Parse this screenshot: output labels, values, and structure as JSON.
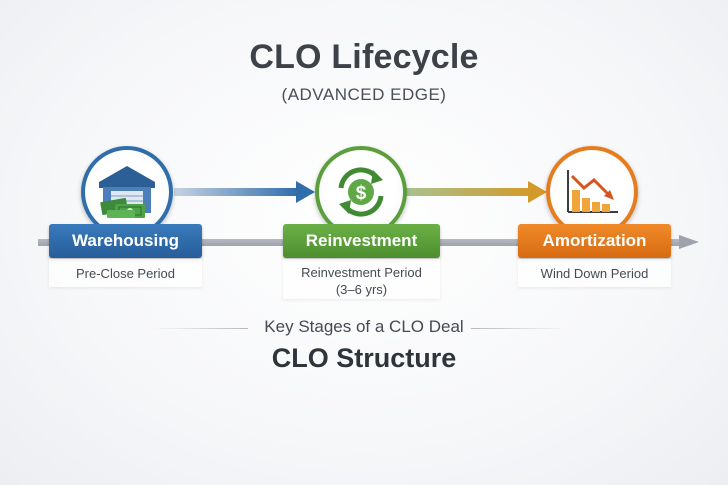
{
  "header": {
    "title": "CLO Lifecycle",
    "subtitle": "(ADVANCED EDGE)"
  },
  "stages": [
    {
      "label": "Warehousing",
      "period": [
        "Pre-Close Period"
      ],
      "icon": "warehouse-money-icon",
      "color": "#2f6dab"
    },
    {
      "label": "Reinvestment",
      "period": [
        "Reinvestment Period",
        "(3–6 yrs)"
      ],
      "icon": "dollar-cycle-icon",
      "color": "#5b9e3c"
    },
    {
      "label": "Amortization",
      "period": [
        "Wind Down Period"
      ],
      "icon": "declining-chart-icon",
      "color": "#e57c1e"
    }
  ],
  "footer": {
    "caption": "Key Stages of a CLO Deal",
    "structure_title": "CLO Structure"
  }
}
